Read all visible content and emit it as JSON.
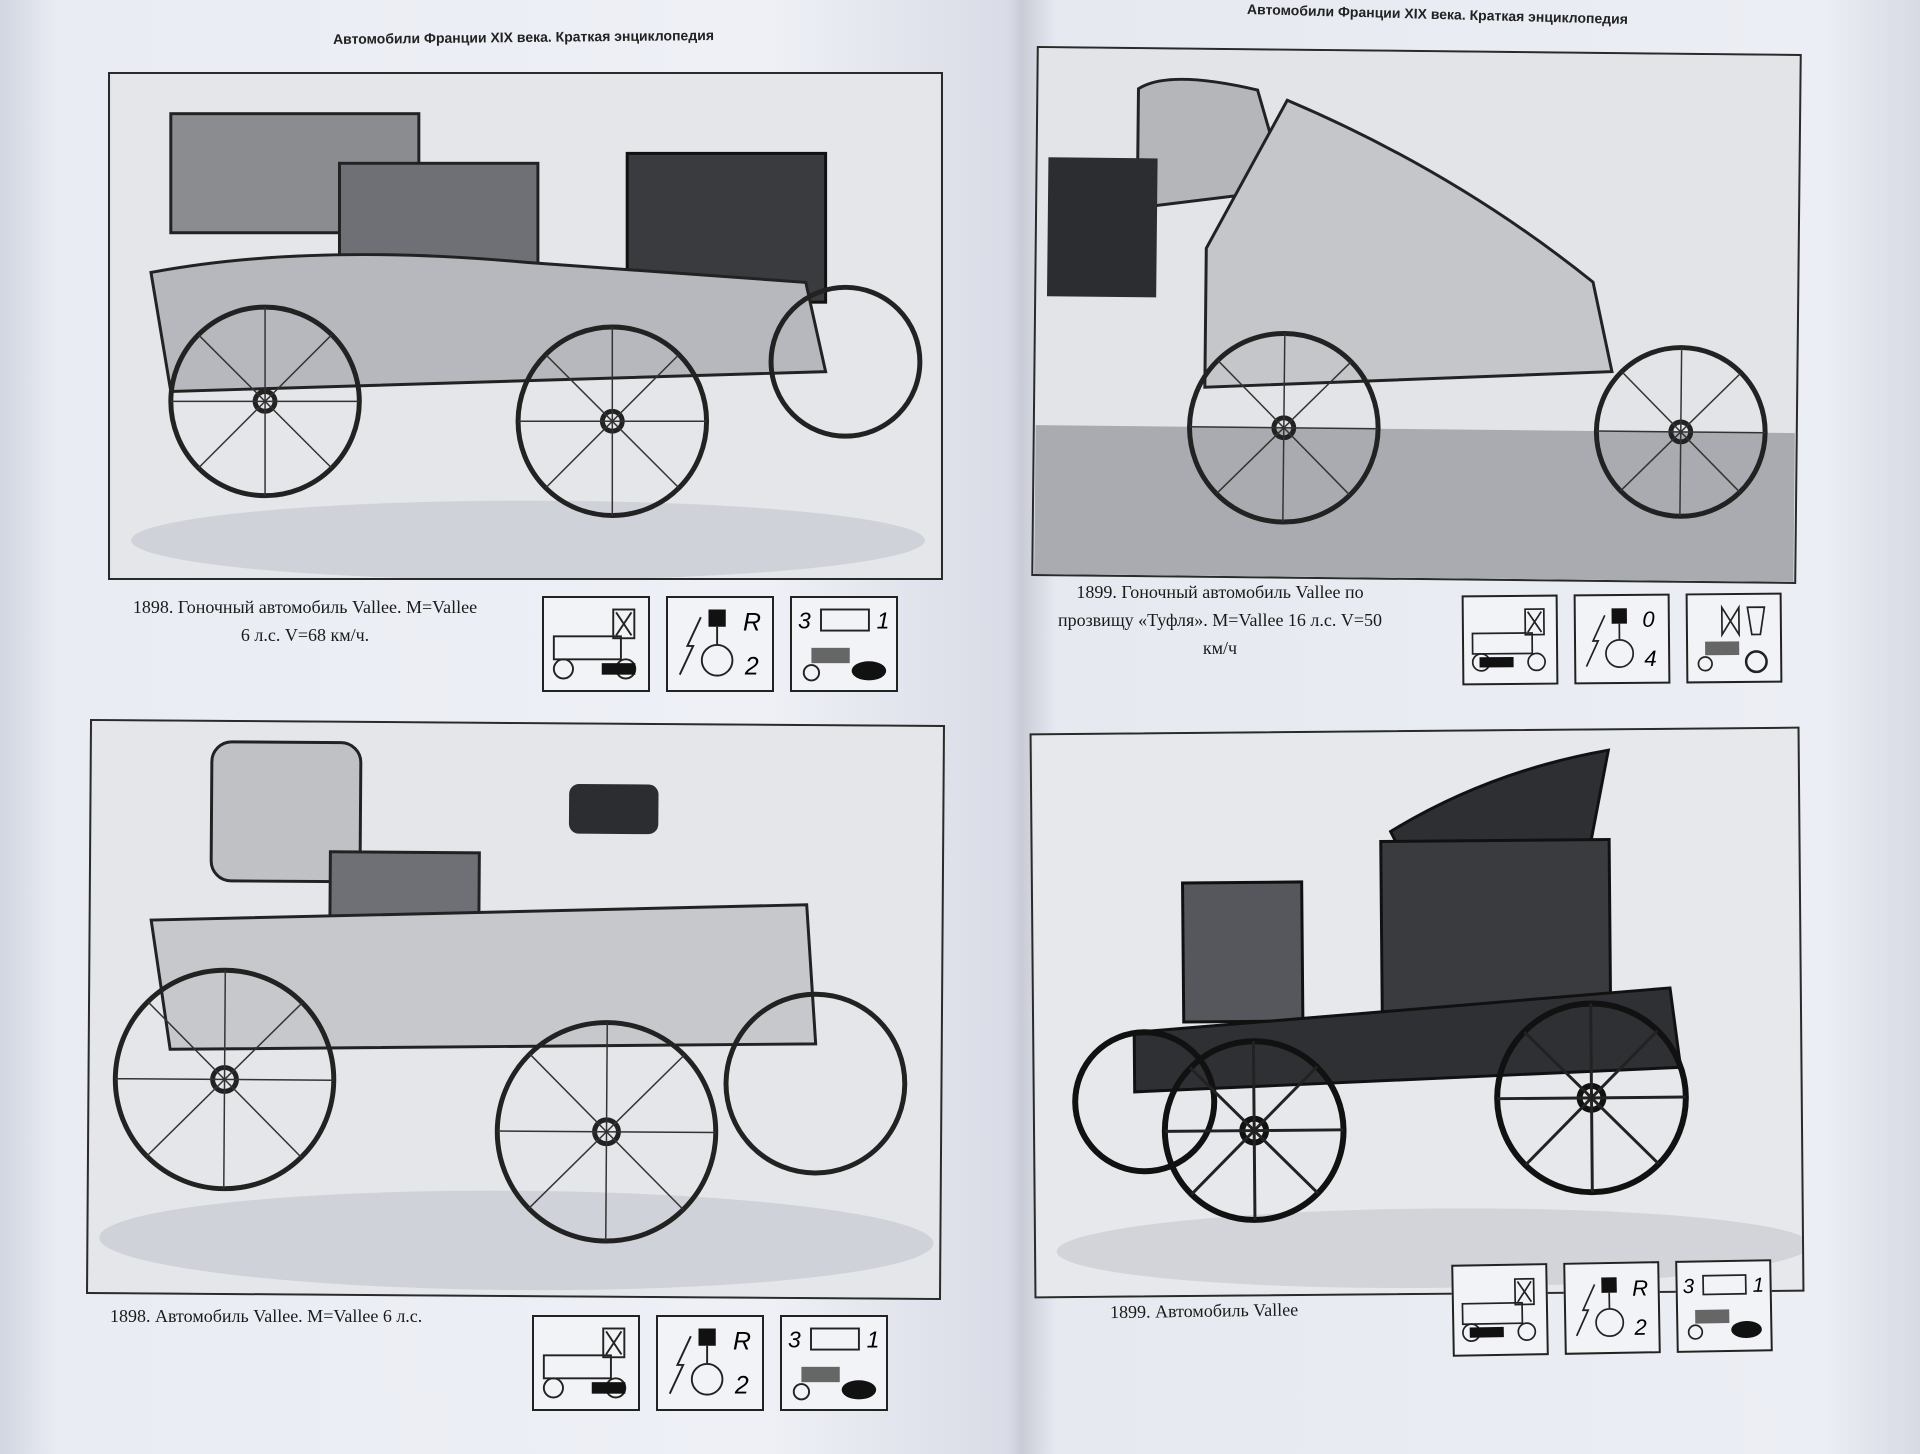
{
  "book": {
    "running_header_left": "Автомобили Франции XIX века. Краткая энциклопедия",
    "running_header_right": "Автомобили Франции XIX века. Краткая энциклопедия"
  },
  "entries": [
    {
      "caption_line1": "1898. Гоночный автомобиль Vallee. M=Vallee",
      "caption_line2": "6 л.с. V=68 км/ч.",
      "icon_gear_top": "R",
      "icon_gear_bottom": "2",
      "icon_speed_left": "3",
      "icon_speed_right": "1"
    },
    {
      "caption_line1": "1899. Гоночный автомобиль Vallee по",
      "caption_line2": "прозвищу «Туфля». M=Vallee 16 л.с. V=50",
      "caption_line3": "км/ч",
      "icon_gear_top": "0",
      "icon_gear_bottom": "4"
    },
    {
      "caption_line1": "1898. Автомобиль Vallee. M=Vallee 6 л.с.",
      "icon_gear_top": "R",
      "icon_gear_bottom": "2",
      "icon_speed_left": "3",
      "icon_speed_right": "1"
    },
    {
      "caption_line1": "1899. Автомобиль Vallee",
      "icon_gear_top": "R",
      "icon_gear_bottom": "2",
      "icon_speed_left": "3",
      "icon_speed_right": "1"
    }
  ],
  "colors": {
    "ink": "#1a1a1a",
    "paper": "#eceef5"
  },
  "icons": [
    "car-layout-icon",
    "ignition-gear-icon",
    "transmission-icon"
  ]
}
